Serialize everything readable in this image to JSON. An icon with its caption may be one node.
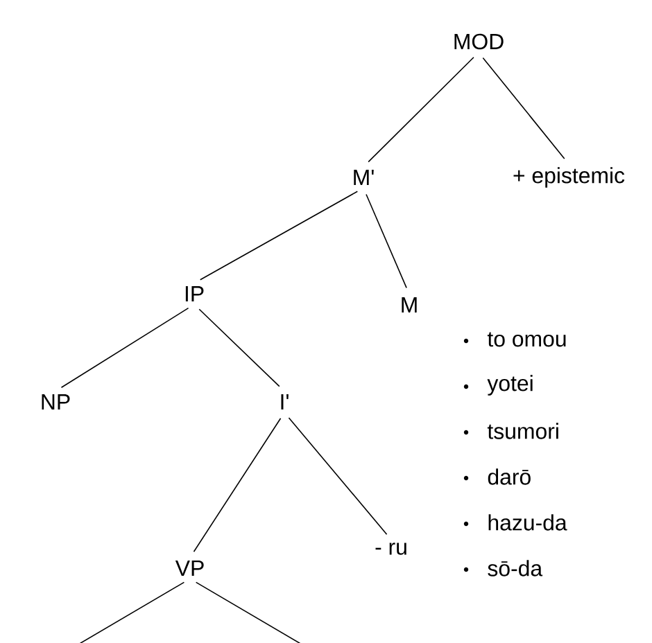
{
  "diagram": {
    "nodes": [
      {
        "text": [
          "MOD"
        ]
      },
      {
        "text": [
          "M'"
        ]
      },
      {
        "text": [
          "+ epistemic"
        ]
      },
      {
        "text": [
          "IP"
        ]
      },
      {
        "text": [
          "M"
        ]
      },
      {
        "text": [
          "NP"
        ]
      },
      {
        "text": [
          "I'"
        ]
      },
      {
        "text": [
          "VP"
        ]
      },
      {
        "text": [
          "- ru"
        ]
      }
    ],
    "edges": [
      {
        "from": 0,
        "to": 1,
        "arrow": "none"
      },
      {
        "from": 0,
        "to": 2,
        "arrow": "none"
      },
      {
        "from": 1,
        "to": 3,
        "arrow": "none"
      },
      {
        "from": 1,
        "to": 4,
        "arrow": "none"
      },
      {
        "from": 3,
        "to": 5,
        "arrow": "none"
      },
      {
        "from": 3,
        "to": 6,
        "arrow": "none"
      },
      {
        "from": 6,
        "to": 7,
        "arrow": "none"
      },
      {
        "from": 6,
        "to": 8,
        "arrow": "none"
      },
      {
        "from": 7,
        "to": null,
        "arrow": "none"
      },
      {
        "from": 7,
        "to": null,
        "arrow": "none"
      }
    ],
    "labels": [
      "to omou",
      "yotei",
      "tsumori",
      "darō",
      "hazu-da",
      "sō-da"
    ]
  }
}
